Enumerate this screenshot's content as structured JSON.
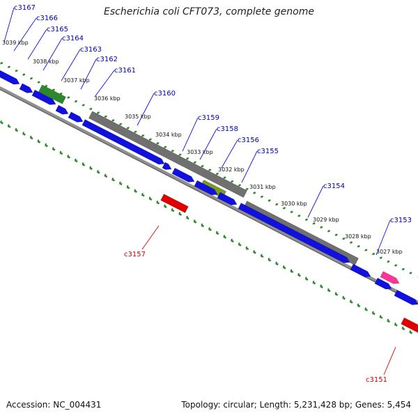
{
  "title": "Escherichia coli CFT073, complete genome",
  "footer": {
    "accession": "Accession: NC_004431",
    "topology": "Topology: circular; Length: 5,231,428 bp; Genes: 5,454"
  },
  "colors": {
    "forward_gene": "#1010e0",
    "reverse_gene": "#e00000",
    "rna_gene": "#ff3399",
    "homology_gray": "#707070",
    "homology_green": "#2a8a2a",
    "homology_olive": "#7a9a20",
    "backbone": "#909090",
    "tick_green": "#2a8a2a",
    "forward_label": "#0000aa",
    "reverse_label": "#cc0000"
  },
  "scale_labels": [
    "3039 kbp",
    "3038 kbp",
    "3037 kbp",
    "3036 kbp",
    "3035 kbp",
    "3034 kbp",
    "3033 kbp",
    "3032 kbp",
    "3031 kbp",
    "3030 kbp",
    "3029 kbp",
    "3028 kbp",
    "3027 kbp"
  ],
  "forward_gene_labels": [
    "c3167",
    "c3166",
    "c3165",
    "c3164",
    "c3163",
    "c3162",
    "c3161",
    "c3160",
    "c3159",
    "c3158",
    "c3156",
    "c3155",
    "c3154",
    "c3153"
  ],
  "reverse_gene_labels": [
    "c3157",
    "c3151"
  ]
}
